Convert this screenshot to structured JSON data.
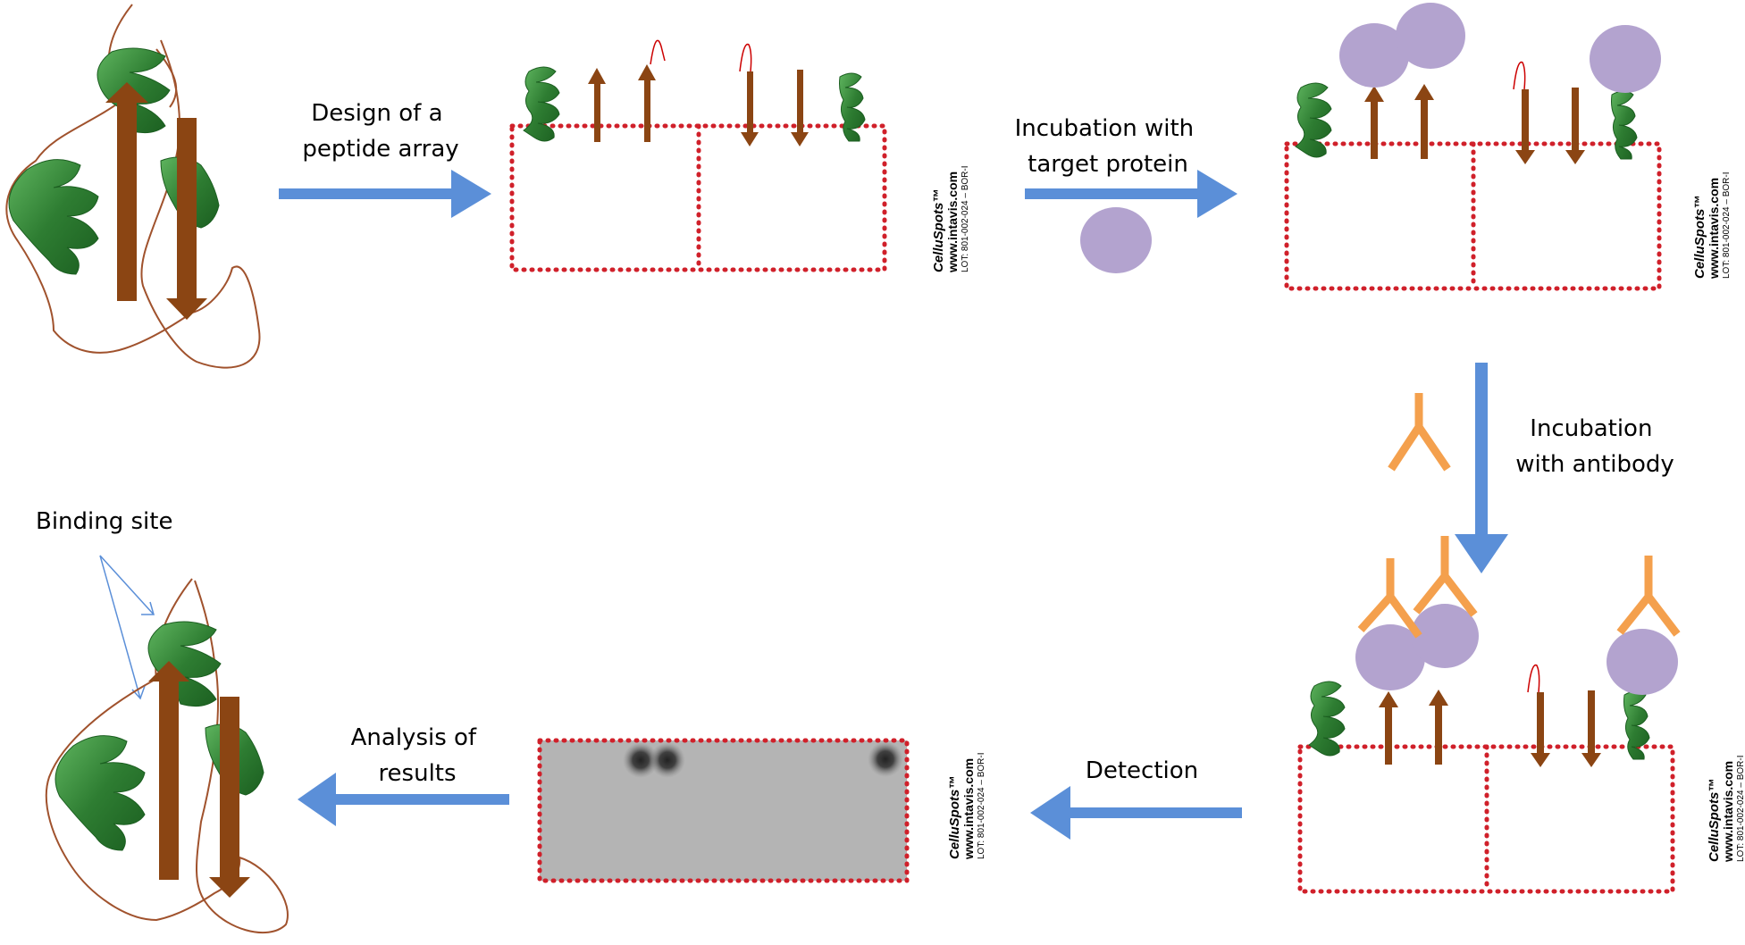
{
  "labels": {
    "design": [
      "Design of a",
      "peptide array"
    ],
    "incubation_protein": [
      "Incubation with",
      "target protein"
    ],
    "incubation_antibody": [
      "Incubation",
      "with antibody"
    ],
    "detection": "Detection",
    "analysis": [
      "Analysis of",
      "results"
    ],
    "binding_site": "Binding site"
  },
  "membrane_branding": {
    "name": "CelluSpots™",
    "url": "www.intavis.com",
    "lot": "LOT: 801-002-024 – BOR-I"
  },
  "colors": {
    "arrow_blue": "#5b8fd8",
    "strand_brown": "#8b4513",
    "loop_brown": "#a0522d",
    "helix_green": "#2e7d32",
    "protein_purple": "#b3a3cf",
    "antibody_orange": "#f4a04d",
    "dot_red": "#d0202a",
    "scan_gray": "#b4b4b4",
    "spot_dark": "#2a2a2a"
  },
  "icons": [
    "protein-structure-icon",
    "peptide-array-membrane-icon",
    "target-protein-icon",
    "antibody-icon",
    "detection-scan-icon",
    "flow-arrow-icon"
  ]
}
